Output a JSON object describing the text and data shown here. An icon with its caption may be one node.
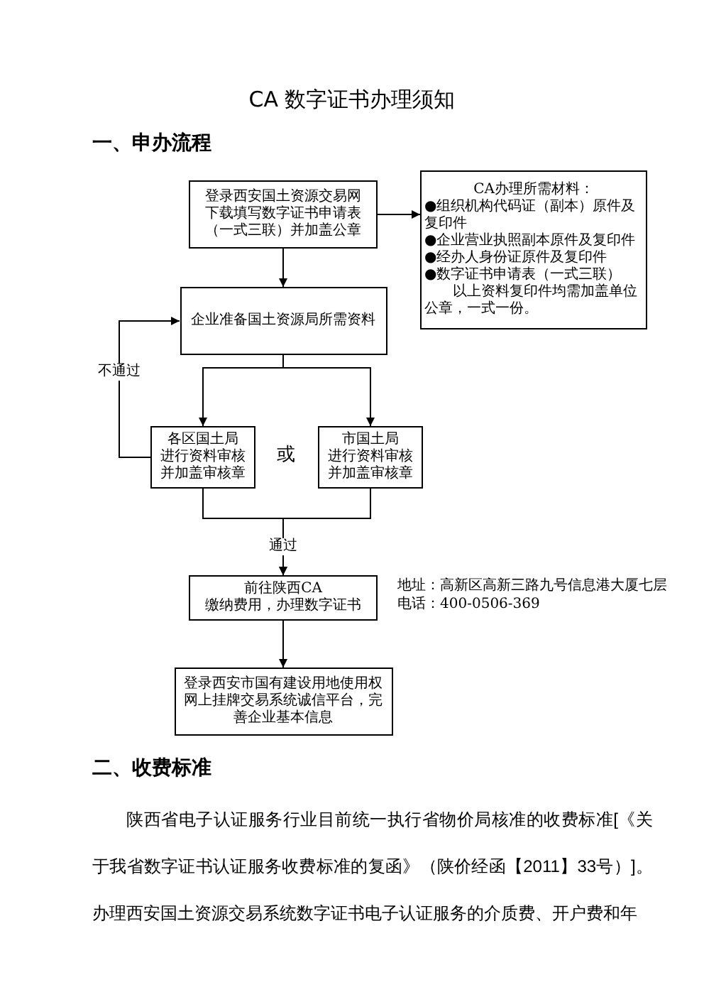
{
  "diagram": {
    "title": "CA 数字证书办理须知",
    "nodes": [
      {
        "text": [
          "登录西安国土资源交易网下载填写数字证书申请表（一式三联）并加盖公章"
        ]
      },
      {
        "text": [
          "CA办理所需材料：",
          "●组织机构代码证（副本）原件及复印件",
          "●企业营业执照副本原件及复印件",
          "●经办人身份证原件及复印件",
          "●数字证书申请表（一式三联）",
          "以上资料复印件均需加盖单位公章，一式一份。"
        ]
      },
      {
        "text": [
          "企业准备国土资源局所需资料"
        ]
      },
      {
        "text": [
          "各区国土局",
          "进行资料审核",
          "并加盖审核章"
        ]
      },
      {
        "text": [
          "市国土局",
          "进行资料审核",
          "并加盖审核章"
        ]
      },
      {
        "text": [
          "前往陕西CA",
          "缴纳费用，办理数字证书"
        ],
        "beside": [
          "地址：高新区高新三路九号信息港大厦七层",
          "电话：400-0506-369"
        ]
      },
      {
        "text": [
          "登录西安市国有建设用地使用权网上挂牌交易系统诚信平台，完善企业基本信息"
        ]
      }
    ],
    "edges": [
      {
        "from": 0,
        "to": 1,
        "arrow": "to"
      },
      {
        "from": 0,
        "to": 2,
        "arrow": "to"
      },
      {
        "from": 2,
        "to": 3,
        "arrow": "to"
      },
      {
        "from": 2,
        "to": 4,
        "arrow": "to"
      },
      {
        "from": 3,
        "to": 2,
        "arrow": "to",
        "label": "不通过"
      },
      {
        "from": 3,
        "to": 5,
        "arrow": "to",
        "label": "通过"
      },
      {
        "from": 4,
        "to": 5,
        "arrow": "to"
      },
      {
        "from": 5,
        "to": 6,
        "arrow": "to"
      }
    ],
    "labels": [
      "一、申办流程",
      "或",
      "二、收费标准",
      "陕西省电子认证服务行业目前统一执行省物价局核准的收费标准[《关于我省数字证书认证服务收费标准的复函》（陕价经函【2011】33号）]。办理西安国土资源交易系统数字证书电子认证服务的介质费、开户费和年"
    ]
  }
}
